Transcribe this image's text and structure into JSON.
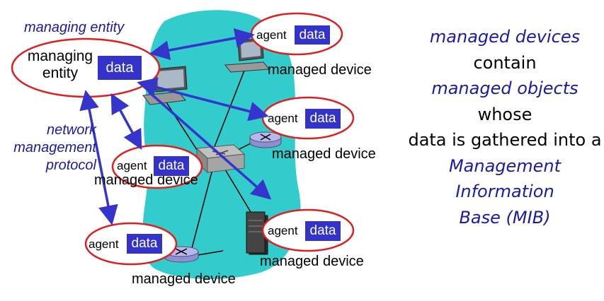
{
  "managing_entity": {
    "caption": "managing entity",
    "label_line1": "managing",
    "label_line2": "entity",
    "data_label": "data"
  },
  "protocol_label": [
    "network",
    "management",
    "protocol"
  ],
  "agents": [
    {
      "agent_label": "agent",
      "data_label": "data"
    },
    {
      "agent_label": "agent",
      "data_label": "data"
    },
    {
      "agent_label": "agent",
      "data_label": "data"
    },
    {
      "agent_label": "agent",
      "data_label": "data"
    },
    {
      "agent_label": "agent",
      "data_label": "data"
    }
  ],
  "device_labels": {
    "top": "managed device",
    "router_right": "managed device",
    "left_mid": "managed device",
    "server": "managed device",
    "bottom": "managed device"
  },
  "description": {
    "line1": "managed devices",
    "line2": "contain",
    "line3": "managed objects",
    "line4": "whose",
    "line5": "data is gathered into a",
    "line6": "Management",
    "line7": "Information",
    "line8": "Base (MIB)"
  },
  "colors": {
    "network_cloud": "#33cccc",
    "ellipse_outline": "#e01e1e",
    "arrow": "#3535cc",
    "data_box": "#3333cc",
    "italic_text": "#1a1aa6"
  }
}
